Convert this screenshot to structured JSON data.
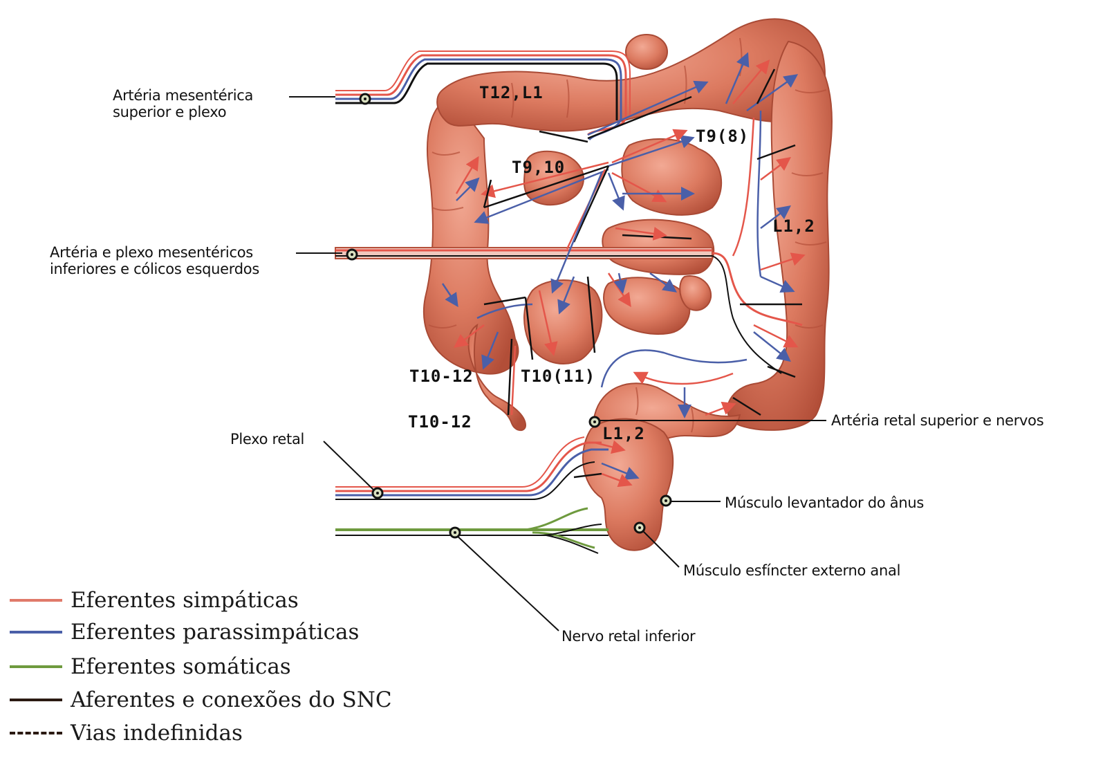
{
  "callouts": {
    "sma_line1": "Artéria mesentérica",
    "sma_line2": "superior e plexo",
    "ima_line1": "Artéria e plexo mesentéricos",
    "ima_line2": "inferiores e cólicos esquerdos",
    "sra": "Artéria retal superior e nervos",
    "rectal_plexus": "Plexo retal",
    "levator": "Músculo levantador do ânus",
    "sphincter": "Músculo esfíncter externo anal",
    "inferior_rectal_nerve": "Nervo retal inferior"
  },
  "segments": {
    "t12_l1": "T12,L1",
    "t9_10": "T9,10",
    "t9_8": "T9(8)",
    "l1_2_top": "L1,2",
    "t10_12_a": "T10-12",
    "t10_11": "T10(11)",
    "t10_12_b": "T10-12",
    "l1_2_bottom": "L1,2"
  },
  "legend": [
    {
      "label": "Eferentes simpáticas",
      "color": "#e07a6a",
      "style": "solid"
    },
    {
      "label": "Eferentes parassimpáticas",
      "color": "#4a5fa8",
      "style": "solid"
    },
    {
      "label": "Eferentes somáticas",
      "color": "#6e9a3e",
      "style": "solid"
    },
    {
      "label": "Aferentes e conexões do SNC",
      "color": "#2b1a12",
      "style": "solid"
    },
    {
      "label": "Vias indefinidas",
      "color": "#2b1a12",
      "style": "dashed"
    }
  ],
  "colors": {
    "colon": "#d9735a",
    "colon_dark": "#b5503a",
    "colon_light": "#eea08a",
    "sympathetic": "#e4564a",
    "parasympathetic": "#4a5fa8",
    "somatic": "#6e9a3e",
    "afferent": "#111111"
  }
}
